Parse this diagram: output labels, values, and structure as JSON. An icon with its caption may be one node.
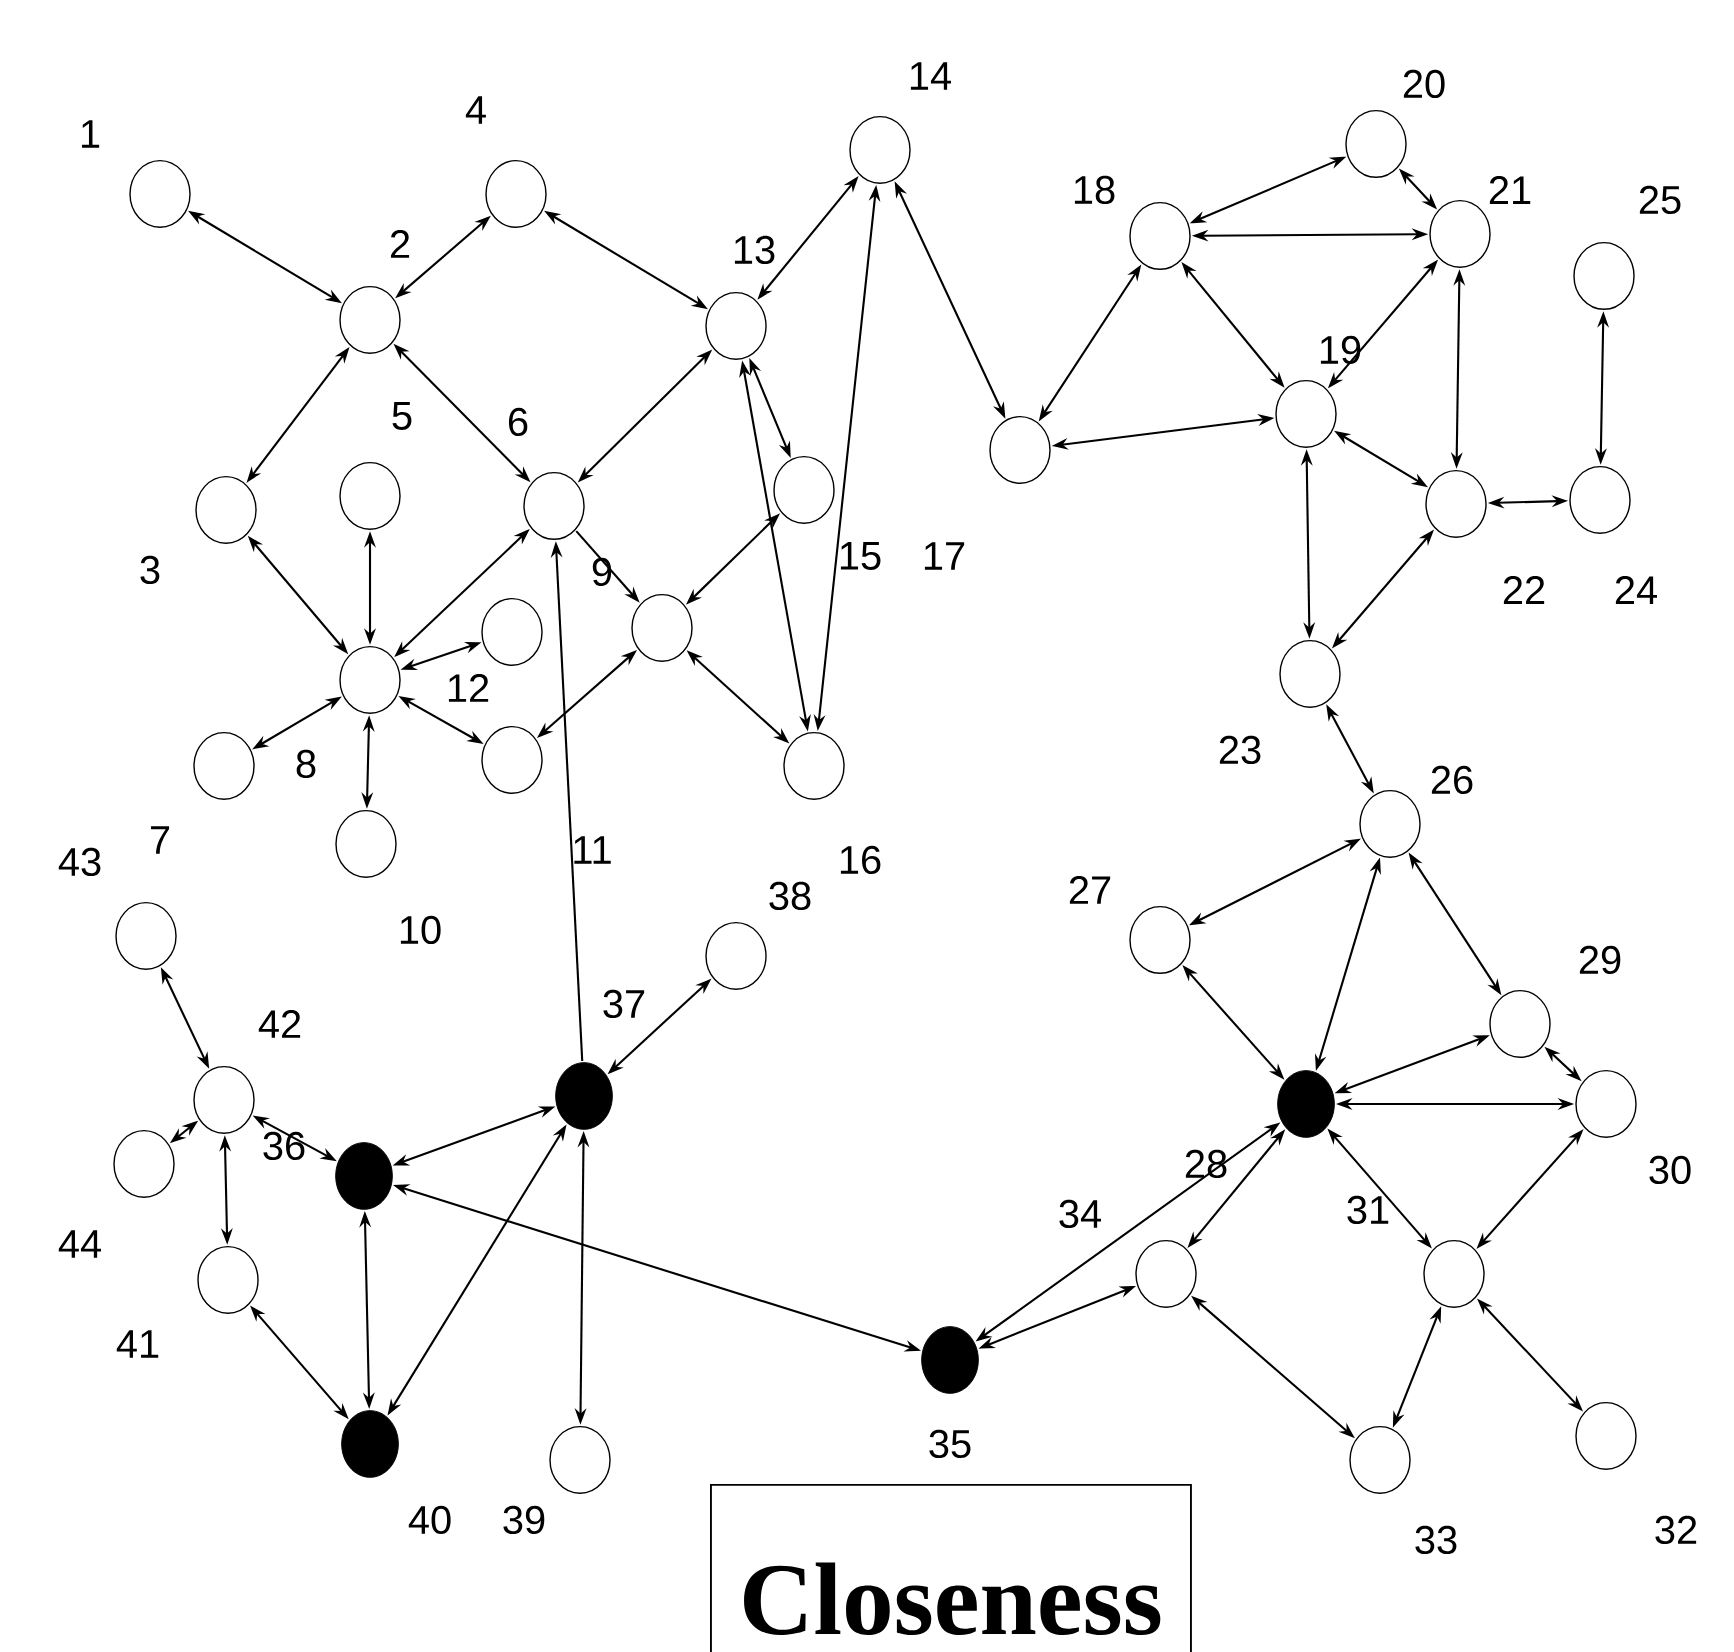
{
  "diagram": {
    "nodes": [
      {
        "text": [],
        "shape": "circle",
        "beside": [
          "1"
        ]
      },
      {
        "text": [],
        "shape": "circle",
        "beside": [
          "2"
        ]
      },
      {
        "text": [],
        "shape": "circle",
        "beside": [
          "3"
        ]
      },
      {
        "text": [],
        "shape": "circle",
        "beside": [
          "4"
        ]
      },
      {
        "text": [],
        "shape": "circle",
        "beside": [
          "5"
        ]
      },
      {
        "text": [],
        "shape": "circle",
        "beside": [
          "6"
        ]
      },
      {
        "text": [],
        "shape": "circle",
        "beside": [
          "7"
        ]
      },
      {
        "text": [],
        "shape": "circle",
        "beside": [
          "8"
        ]
      },
      {
        "text": [],
        "shape": "circle",
        "beside": [
          "9"
        ]
      },
      {
        "text": [],
        "shape": "circle",
        "beside": [
          "10"
        ]
      },
      {
        "text": [],
        "shape": "circle",
        "beside": [
          "11"
        ]
      },
      {
        "text": [],
        "shape": "circle",
        "beside": [
          "12"
        ]
      },
      {
        "text": [],
        "shape": "circle",
        "beside": [
          "13"
        ]
      },
      {
        "text": [],
        "shape": "circle",
        "beside": [
          "14"
        ]
      },
      {
        "text": [],
        "shape": "circle",
        "beside": [
          "15"
        ]
      },
      {
        "text": [],
        "shape": "circle",
        "beside": [
          "16"
        ]
      },
      {
        "text": [],
        "shape": "circle",
        "beside": [
          "17"
        ]
      },
      {
        "text": [],
        "shape": "circle",
        "beside": [
          "18"
        ]
      },
      {
        "text": [],
        "shape": "circle",
        "beside": [
          "19"
        ]
      },
      {
        "text": [],
        "shape": "circle",
        "beside": [
          "20"
        ]
      },
      {
        "text": [],
        "shape": "circle",
        "beside": [
          "21"
        ]
      },
      {
        "text": [],
        "shape": "circle",
        "beside": [
          "22"
        ]
      },
      {
        "text": [],
        "shape": "circle",
        "beside": [
          "23"
        ]
      },
      {
        "text": [],
        "shape": "circle",
        "beside": [
          "24"
        ]
      },
      {
        "text": [],
        "shape": "circle",
        "beside": [
          "25"
        ]
      },
      {
        "text": [],
        "shape": "circle",
        "beside": [
          "26"
        ]
      },
      {
        "text": [],
        "shape": "circle",
        "beside": [
          "27"
        ]
      },
      {
        "text": [],
        "shape": "dot",
        "beside": [
          "28"
        ]
      },
      {
        "text": [],
        "shape": "circle",
        "beside": [
          "29"
        ]
      },
      {
        "text": [],
        "shape": "circle",
        "beside": [
          "30"
        ]
      },
      {
        "text": [],
        "shape": "circle",
        "beside": [
          "31"
        ]
      },
      {
        "text": [],
        "shape": "circle",
        "beside": [
          "32"
        ]
      },
      {
        "text": [],
        "shape": "circle",
        "beside": [
          "33"
        ]
      },
      {
        "text": [],
        "shape": "circle",
        "beside": [
          "34"
        ]
      },
      {
        "text": [],
        "shape": "dot",
        "beside": [
          "35"
        ]
      },
      {
        "text": [],
        "shape": "dot",
        "beside": [
          "36"
        ]
      },
      {
        "text": [],
        "shape": "dot",
        "beside": [
          "37"
        ]
      },
      {
        "text": [],
        "shape": "circle",
        "beside": [
          "38"
        ]
      },
      {
        "text": [],
        "shape": "circle",
        "beside": [
          "39"
        ]
      },
      {
        "text": [],
        "shape": "dot",
        "beside": [
          "40"
        ]
      },
      {
        "text": [],
        "shape": "circle",
        "beside": [
          "41"
        ]
      },
      {
        "text": [],
        "shape": "circle",
        "beside": [
          "42"
        ]
      },
      {
        "text": [],
        "shape": "circle",
        "beside": [
          "43"
        ]
      },
      {
        "text": [],
        "shape": "circle",
        "beside": [
          "44"
        ]
      },
      {
        "text": [
          "Closeness"
        ]
      }
    ],
    "edges": [
      {
        "from": 0,
        "to": 1,
        "arrow": "both"
      },
      {
        "from": 1,
        "to": 3,
        "arrow": "both"
      },
      {
        "from": 1,
        "to": 2,
        "arrow": "both"
      },
      {
        "from": 1,
        "to": 5,
        "arrow": "both"
      },
      {
        "from": 3,
        "to": 12,
        "arrow": "both"
      },
      {
        "from": 12,
        "to": 13,
        "arrow": "both"
      },
      {
        "from": 12,
        "to": 5,
        "arrow": "both"
      },
      {
        "from": 12,
        "to": 14,
        "arrow": "both"
      },
      {
        "from": 12,
        "to": 15,
        "arrow": "both"
      },
      {
        "from": 15,
        "to": 13,
        "arrow": "both"
      },
      {
        "from": 13,
        "to": 16,
        "arrow": "both"
      },
      {
        "from": 2,
        "to": 7,
        "arrow": "both"
      },
      {
        "from": 4,
        "to": 7,
        "arrow": "both"
      },
      {
        "from": 5,
        "to": 7,
        "arrow": "both"
      },
      {
        "from": 7,
        "to": 11,
        "arrow": "both"
      },
      {
        "from": 7,
        "to": 10,
        "arrow": "both"
      },
      {
        "from": 7,
        "to": 6,
        "arrow": "both"
      },
      {
        "from": 7,
        "to": 9,
        "arrow": "both"
      },
      {
        "from": 5,
        "to": 8,
        "arrow": "to"
      },
      {
        "from": 14,
        "to": 8,
        "arrow": "both"
      },
      {
        "from": 8,
        "to": 15,
        "arrow": "both"
      },
      {
        "from": 10,
        "to": 8,
        "arrow": "both"
      },
      {
        "from": 36,
        "to": 5,
        "arrow": "to"
      },
      {
        "from": 16,
        "to": 17,
        "arrow": "both"
      },
      {
        "from": 16,
        "to": 18,
        "arrow": "both"
      },
      {
        "from": 17,
        "to": 19,
        "arrow": "both"
      },
      {
        "from": 17,
        "to": 20,
        "arrow": "both"
      },
      {
        "from": 17,
        "to": 18,
        "arrow": "both"
      },
      {
        "from": 19,
        "to": 20,
        "arrow": "both"
      },
      {
        "from": 20,
        "to": 18,
        "arrow": "both"
      },
      {
        "from": 20,
        "to": 21,
        "arrow": "both"
      },
      {
        "from": 18,
        "to": 21,
        "arrow": "both"
      },
      {
        "from": 18,
        "to": 22,
        "arrow": "both"
      },
      {
        "from": 21,
        "to": 22,
        "arrow": "both"
      },
      {
        "from": 21,
        "to": 23,
        "arrow": "both"
      },
      {
        "from": 24,
        "to": 23,
        "arrow": "both"
      },
      {
        "from": 22,
        "to": 25,
        "arrow": "both"
      },
      {
        "from": 25,
        "to": 26,
        "arrow": "both"
      },
      {
        "from": 25,
        "to": 27,
        "arrow": "both"
      },
      {
        "from": 25,
        "to": 28,
        "arrow": "both"
      },
      {
        "from": 26,
        "to": 27,
        "arrow": "both"
      },
      {
        "from": 28,
        "to": 27,
        "arrow": "both"
      },
      {
        "from": 28,
        "to": 29,
        "arrow": "both"
      },
      {
        "from": 27,
        "to": 29,
        "arrow": "both"
      },
      {
        "from": 27,
        "to": 30,
        "arrow": "both"
      },
      {
        "from": 27,
        "to": 33,
        "arrow": "both"
      },
      {
        "from": 27,
        "to": 34,
        "arrow": "both"
      },
      {
        "from": 29,
        "to": 30,
        "arrow": "both"
      },
      {
        "from": 30,
        "to": 32,
        "arrow": "both"
      },
      {
        "from": 30,
        "to": 31,
        "arrow": "both"
      },
      {
        "from": 33,
        "to": 32,
        "arrow": "both"
      },
      {
        "from": 34,
        "to": 33,
        "arrow": "both"
      },
      {
        "from": 35,
        "to": 34,
        "arrow": "both"
      },
      {
        "from": 35,
        "to": 36,
        "arrow": "both"
      },
      {
        "from": 35,
        "to": 39,
        "arrow": "both"
      },
      {
        "from": 36,
        "to": 39,
        "arrow": "both"
      },
      {
        "from": 36,
        "to": 37,
        "arrow": "both"
      },
      {
        "from": 36,
        "to": 38,
        "arrow": "both"
      },
      {
        "from": 41,
        "to": 42,
        "arrow": "both"
      },
      {
        "from": 41,
        "to": 43,
        "arrow": "both"
      },
      {
        "from": 41,
        "to": 40,
        "arrow": "both"
      },
      {
        "from": 41,
        "to": 35,
        "arrow": "both"
      },
      {
        "from": 40,
        "to": 39,
        "arrow": "both"
      }
    ]
  }
}
